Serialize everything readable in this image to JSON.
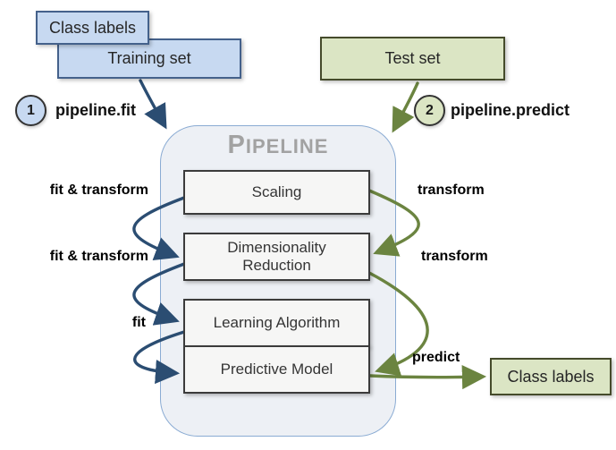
{
  "inputs": {
    "class_labels_box": "Class labels",
    "training_set_box": "Training set",
    "test_set_box": "Test set"
  },
  "steps": {
    "step1": {
      "number": "1",
      "label": "pipeline.fit"
    },
    "step2": {
      "number": "2",
      "label": "pipeline.predict"
    }
  },
  "pipeline": {
    "title": "Pipeline",
    "stages": [
      "Scaling",
      "Dimensionality Reduction",
      "Learning Algorithm",
      "Predictive Model"
    ]
  },
  "arrow_labels": {
    "left": [
      "fit & transform",
      "fit & transform",
      "fit"
    ],
    "right": [
      "transform",
      "transform"
    ],
    "predict": "predict"
  },
  "output": {
    "class_labels_box": "Class labels"
  },
  "colors": {
    "blue_box_fill": "#c7d9f1",
    "blue_box_border": "#44618b",
    "blue_arrow": "#2b4d72",
    "green_box_fill": "#dbe5c4",
    "green_box_border": "#454b2b",
    "green_arrow": "#6b8440",
    "stage_box_fill": "#f6f6f5",
    "stage_box_border": "#3b3b3b",
    "container_fill": "#edf0f5",
    "container_border": "#8aabd3",
    "title_gray": "#a2a2a2"
  }
}
